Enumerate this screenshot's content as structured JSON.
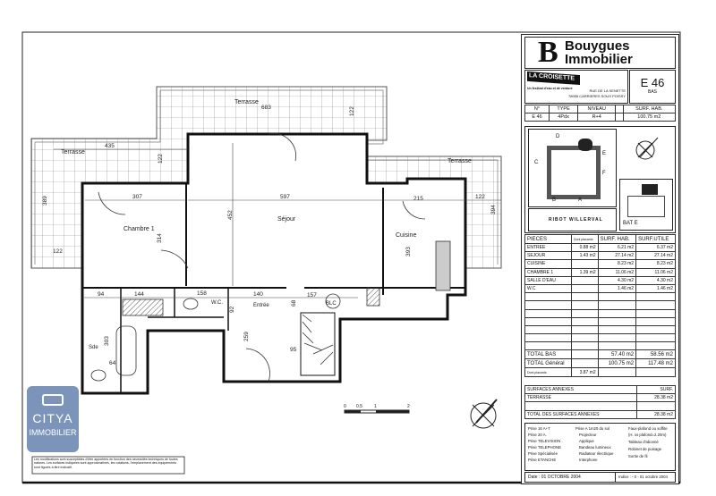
{
  "plan": {
    "rooms": {
      "terrasse_top": "Terrasse",
      "terrasse_left": "Terrasse",
      "terrasse_right": "Terrasse",
      "chambre": "Chambre 1",
      "sejour": "Séjour",
      "cuisine": "Cuisine",
      "wc": "W.C.",
      "entree": "Entrée",
      "sde": "Sde",
      "placard": "BLC"
    },
    "dimensions": {
      "d683": "683",
      "d122a": "122",
      "d435": "435",
      "d122b": "122",
      "d389": "389",
      "d122c": "122",
      "d307": "307",
      "d314": "314",
      "d452": "452",
      "d597": "597",
      "d215": "215",
      "d393": "393",
      "d122d": "122",
      "d394": "394",
      "d94": "94",
      "d144": "144",
      "d158": "158",
      "d92": "92",
      "d140": "140",
      "d68": "68",
      "d157": "157",
      "d303": "303",
      "d64": "64",
      "d259": "259",
      "d95": "95"
    },
    "scale": {
      "s0": "0",
      "s05": "0.5",
      "s1": "1",
      "s2": "2"
    },
    "disclaimer": "Les modifications sont susceptibles d'être apportées en fonction des nécessités techniques de toutes natures. Les surfaces indiquées sont approximatives, les cotations, l'emplacement des équipements sont figurés à titre indicatif."
  },
  "watermark": {
    "line1": "CITYA",
    "line2": "IMMOBILIER"
  },
  "cartouche": {
    "brand_line1": "Bouygues",
    "brand_line2": "Immobilier",
    "project_name": "LA CROISETTE",
    "project_tagline": "Un festival d'eau et de verdure",
    "address_line1": "RUE DE LA SENETTE",
    "address_line2": "78955 CARRIERES SOUS POISSY",
    "lot": "E 46",
    "lot_level": "BAS",
    "info_headers": [
      "N°",
      "TYPE",
      "NIVEAU",
      "",
      "SURF. HAB."
    ],
    "info_values": [
      "E 46",
      "4Pdx",
      "R+4",
      "",
      "100.75 m2"
    ],
    "architect": "RIBOT WILLERVAL",
    "building": "BAT E",
    "site_labels": [
      "A",
      "B",
      "C",
      "D",
      "E",
      "F"
    ],
    "table_headers": [
      "PIECES",
      "Dont placards",
      "SURF. HAB.",
      "SURF.UTILE"
    ],
    "rows": [
      [
        "ENTREE",
        "0.88 m2",
        "6.21 m2",
        "6.37 m2"
      ],
      [
        "SEJOUR",
        "1.43 m2",
        "27.14 m2",
        "27.14 m2"
      ],
      [
        "CUISINE",
        "",
        "8.23 m2",
        "8.23 m2"
      ],
      [
        "CHAMBRE 1",
        "1.39 m2",
        "11.06 m2",
        "11.06 m2"
      ],
      [
        "SALLE D'EAU",
        "",
        "4.30 m2",
        "4.30 m2"
      ],
      [
        "W.C",
        "",
        "1.46 m2",
        "1.46 m2"
      ]
    ],
    "total_bas": [
      "TOTAL BAS",
      "",
      "57.40 m2",
      "58.56 m2"
    ],
    "total_general": [
      "TOTAL Général",
      "",
      "100.75 m2",
      "117.48 m2"
    ],
    "placards": [
      "Dont placards",
      "3.87 m2"
    ],
    "annexes_header": [
      "SURFACES ANNEXES",
      "SURF."
    ],
    "terrasse": [
      "TERRASSE",
      "28.38 m2"
    ],
    "total_annexes": [
      "TOTAL DES SURFACES ANNEXES",
      "28.38 m2"
    ],
    "legend": [
      "Prise 16 A+T",
      "Prise 20 A.",
      "Prise TELEVISION",
      "Prise TELEPHONE",
      "Prise Spécialisée",
      "Prise ETANCHE",
      "Prise A 1m20 du sol",
      "Projecteur",
      "Applique",
      "Bandeau lumineux",
      "Radiateur électrique",
      "Interphone",
      "Faux-plafond ou soffite",
      "(H. ss plafond=2.20m)",
      "Tableau d'abonné",
      "Robinet de puisage",
      "Sortie de fil"
    ],
    "date": "Date : 01 OCTOBRE 2004",
    "indice": "Indice : - 0 - 01 octobre 2004"
  }
}
